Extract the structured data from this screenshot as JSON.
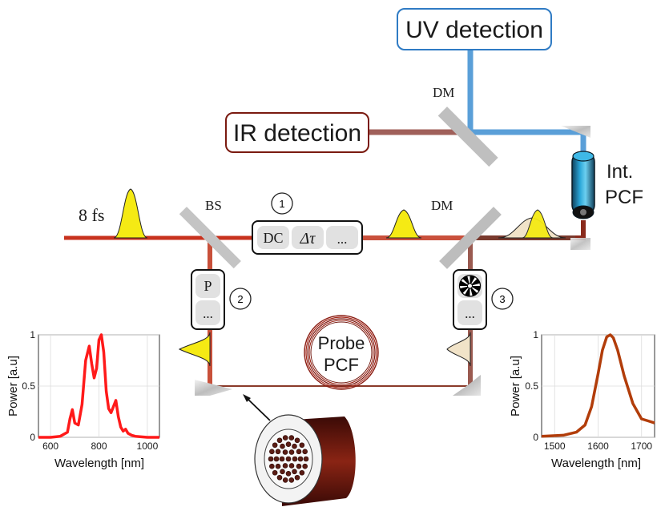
{
  "labels": {
    "uv_detection": "UV detection",
    "ir_detection": "IR detection",
    "dm_top": "DM",
    "dm_middle": "DM",
    "bs": "BS",
    "pulse_duration": "8 fs",
    "int_pcf_line1": "Int.",
    "int_pcf_line2": "PCF",
    "probe_pcf_line1": "Probe",
    "probe_pcf_line2": "PCF"
  },
  "modules": {
    "module1": {
      "number": "1",
      "items": [
        "DC",
        "Δτ",
        "..."
      ]
    },
    "module2": {
      "number": "2",
      "items": [
        "P",
        "..."
      ]
    },
    "module3": {
      "number": "3",
      "items": [
        "..."
      ]
    }
  },
  "colors": {
    "pump_beam": "#c8321e",
    "ir_beam": "#a0605a",
    "uv_beam": "#5a9fd8",
    "probe_beam": "#8a3a2a",
    "uv_box_border": "#2f7bc4",
    "ir_box_border": "#7a1a10",
    "pulse_yellow": "#f5ea14",
    "pulse_beige": "#f1e3c8",
    "left_spectrum": "#ff1a1a",
    "right_spectrum": "#b23d0a"
  },
  "chart_data": [
    {
      "type": "line",
      "series": [
        {
          "x": [
            550,
            600,
            640,
            670,
            680,
            690,
            700,
            715,
            730,
            745,
            760,
            770,
            780,
            790,
            800,
            810,
            820,
            830,
            840,
            850,
            860,
            870,
            880,
            890,
            900,
            910,
            920,
            935,
            950,
            1000,
            1050
          ],
          "values": [
            0,
            0,
            0.01,
            0.05,
            0.18,
            0.27,
            0.14,
            0.12,
            0.32,
            0.75,
            0.89,
            0.72,
            0.58,
            0.67,
            0.95,
            1.0,
            0.83,
            0.45,
            0.28,
            0.24,
            0.3,
            0.36,
            0.2,
            0.1,
            0.06,
            0.08,
            0.04,
            0.02,
            0.01,
            0,
            0
          ]
        }
      ],
      "xlabel": "Wavelength [nm]",
      "ylabel": "Power [a.u]",
      "xlim": [
        550,
        1050
      ],
      "ylim": [
        0,
        1
      ],
      "xticks": [
        600,
        800,
        1000
      ],
      "yticks": [
        0,
        0.5,
        1
      ],
      "grid": true
    },
    {
      "type": "line",
      "series": [
        {
          "x": [
            1470,
            1520,
            1550,
            1570,
            1585,
            1600,
            1610,
            1620,
            1628,
            1635,
            1645,
            1660,
            1680,
            1700,
            1715,
            1730
          ],
          "values": [
            0.01,
            0.02,
            0.05,
            0.12,
            0.3,
            0.62,
            0.85,
            0.98,
            1.0,
            0.97,
            0.85,
            0.6,
            0.33,
            0.18,
            0.16,
            0.14
          ]
        }
      ],
      "xlabel": "Wavelength [nm]",
      "ylabel": "Power [a.u]",
      "xlim": [
        1470,
        1730
      ],
      "ylim": [
        0,
        1
      ],
      "xticks": [
        1500,
        1600,
        1700
      ],
      "yticks": [
        0,
        0.5,
        1
      ],
      "grid": true
    }
  ]
}
